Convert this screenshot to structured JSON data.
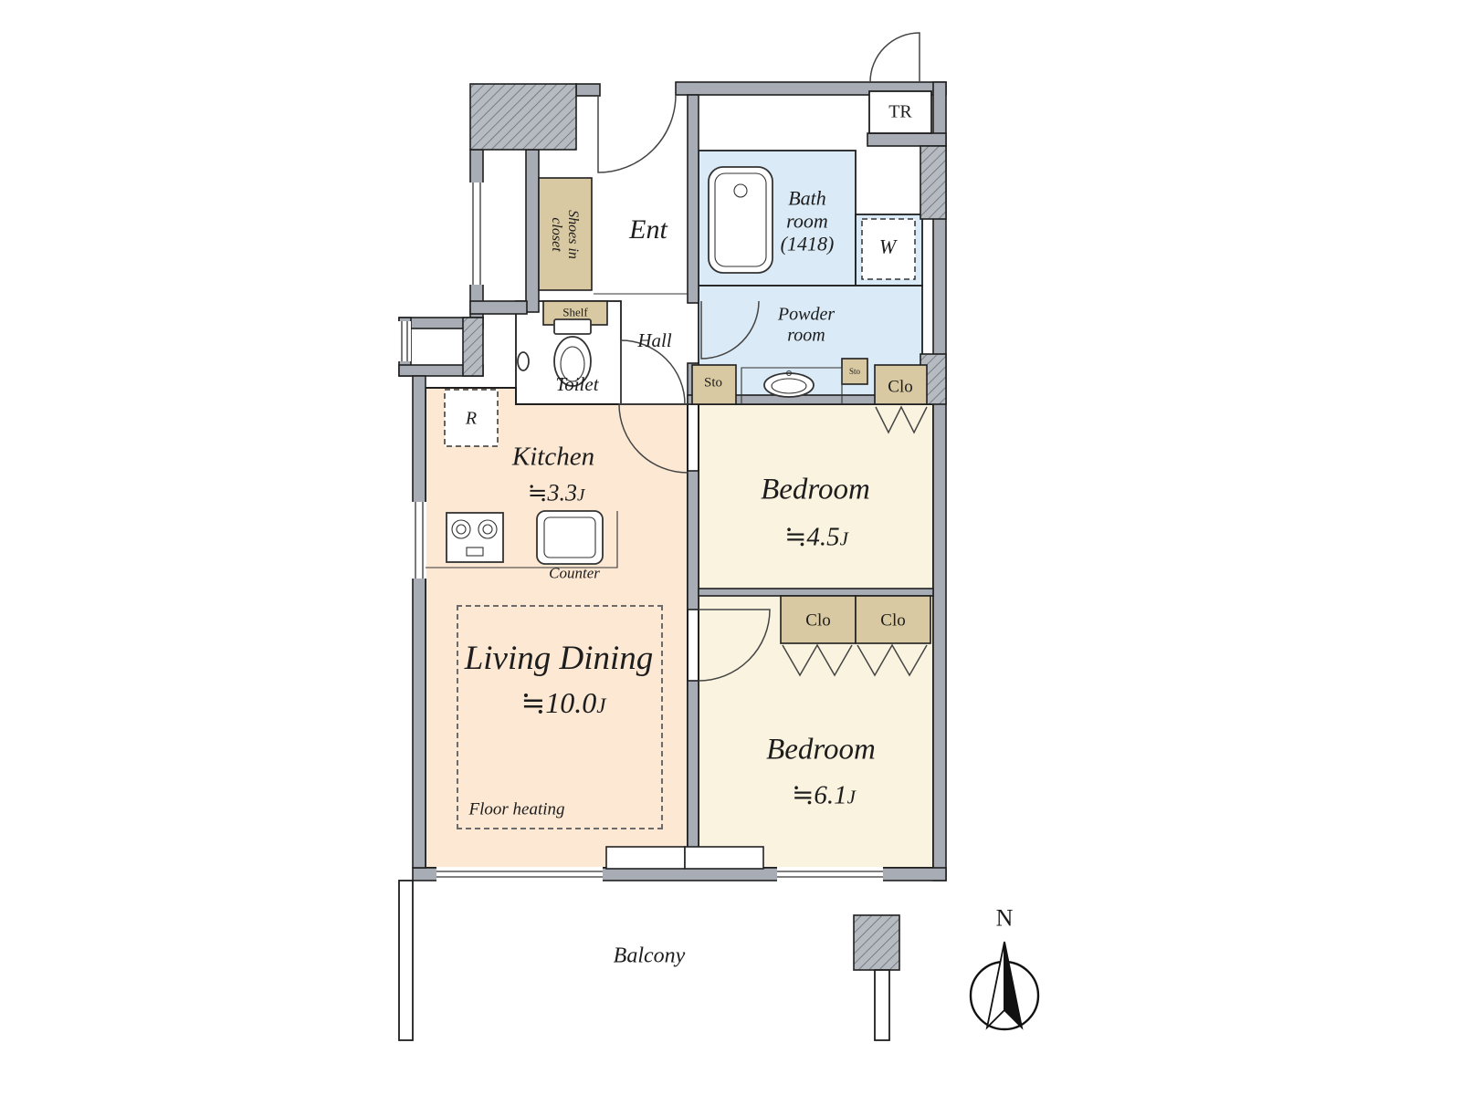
{
  "plan": {
    "entrance": "Ent",
    "hall": "Hall",
    "shoes_in_closet": "Shoes in\ncloset",
    "shelf": "Shelf",
    "toilet": "Toilet",
    "bathroom": "Bath\nroom\n(1418)",
    "powder_room": "Powder\nroom",
    "washer": "W",
    "trunk_room": "TR",
    "refrigerator": "R",
    "storage_hall": "Sto",
    "storage_powder": "Sto",
    "closet_bedroom1": "Clo",
    "closet_bedroom2_left": "Clo",
    "closet_bedroom2_right": "Clo",
    "counter": "Counter",
    "floor_heating": "Floor heating",
    "balcony": "Balcony",
    "north": "N"
  },
  "rooms": {
    "kitchen": {
      "name": "Kitchen",
      "size": "≒3.3",
      "unit": "J"
    },
    "living_dining": {
      "name": "Living Dining",
      "size": "≒10.0",
      "unit": "J"
    },
    "bedroom_45": {
      "name": "Bedroom",
      "size": "≒4.5",
      "unit": "J"
    },
    "bedroom_61": {
      "name": "Bedroom",
      "size": "≒6.1",
      "unit": "J"
    }
  },
  "colors": {
    "wall": "#a8adb5",
    "room_warm": "#fce8d3",
    "room_cream": "#faf3df",
    "room_wet": "#daeaf6",
    "closet": "#d8c9a2",
    "line": "#1f1f1f"
  }
}
